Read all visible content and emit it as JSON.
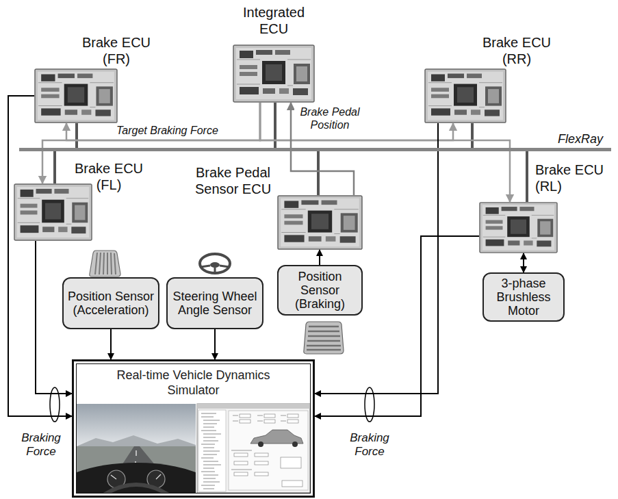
{
  "diagram": {
    "nodes": [
      {
        "text": [
          "Brake ECU (FR)"
        ]
      },
      {
        "text": [
          "Integrated ECU"
        ]
      },
      {
        "text": [
          "Brake ECU (RR)"
        ]
      },
      {
        "text": [
          "FlexRay"
        ]
      },
      {
        "text": [
          "Brake ECU (FL)"
        ]
      },
      {
        "text": [
          "Brake Pedal Sensor ECU"
        ]
      },
      {
        "text": [
          "Brake ECU (RL)"
        ]
      },
      {
        "text": [
          "Position Sensor (Acceleration)"
        ]
      },
      {
        "text": [
          "Steering Wheel Angle Sensor"
        ]
      },
      {
        "text": [
          "Position Sensor (Braking)"
        ]
      },
      {
        "text": [
          "3-phase Brushless Motor"
        ]
      },
      {
        "text": [
          "Real-time Vehicle Dynamics Simulator"
        ]
      }
    ],
    "edges": [
      {
        "from": 0,
        "to": 3,
        "arrow": "none"
      },
      {
        "from": 1,
        "to": 3,
        "arrow": "none"
      },
      {
        "from": 2,
        "to": 3,
        "arrow": "none"
      },
      {
        "from": 4,
        "to": 3,
        "arrow": "none"
      },
      {
        "from": 5,
        "to": 3,
        "arrow": "none"
      },
      {
        "from": 6,
        "to": 3,
        "arrow": "none"
      },
      {
        "from": 1,
        "to": 0,
        "arrow": "to",
        "label": "Target Braking Force"
      },
      {
        "from": 1,
        "to": 4,
        "arrow": "to"
      },
      {
        "from": 1,
        "to": 2,
        "arrow": "to"
      },
      {
        "from": 1,
        "to": 6,
        "arrow": "to"
      },
      {
        "from": 5,
        "to": 1,
        "arrow": "to",
        "label": "Brake Pedal Position"
      },
      {
        "from": 9,
        "to": 5,
        "arrow": "to"
      },
      {
        "from": 7,
        "to": 11,
        "arrow": "to"
      },
      {
        "from": 8,
        "to": 11,
        "arrow": "to"
      },
      {
        "from": 0,
        "to": 11,
        "arrow": "to"
      },
      {
        "from": 4,
        "to": 11,
        "arrow": "to"
      },
      {
        "from": 2,
        "to": 11,
        "arrow": "to"
      },
      {
        "from": 6,
        "to": 11,
        "arrow": "to"
      },
      {
        "from": 6,
        "to": 10,
        "arrow": "both"
      }
    ],
    "labels": [
      "Braking Force",
      "Braking Force"
    ]
  }
}
